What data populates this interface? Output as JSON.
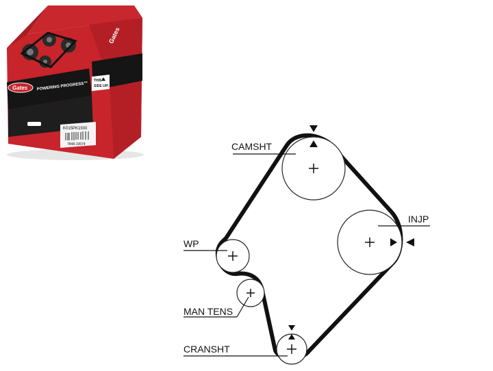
{
  "product_box": {
    "brand": "Gates",
    "slogan": "POWERING PROGRESS™",
    "orientation_line1": "THIS",
    "orientation_line2": "SIDE UP!",
    "label_code": "K015PK1500",
    "label_sub": "7848-10074",
    "colors": {
      "red": "#c8242b",
      "black": "#151515",
      "white": "#ffffff"
    }
  },
  "diagram": {
    "labels": {
      "camshaft": "CAMSHT",
      "injection_pump": "INJP",
      "water_pump": "WP",
      "manual_tensioner": "MAN TENS",
      "crankshaft": "CRANSHT"
    },
    "belt_color": "#111111"
  }
}
